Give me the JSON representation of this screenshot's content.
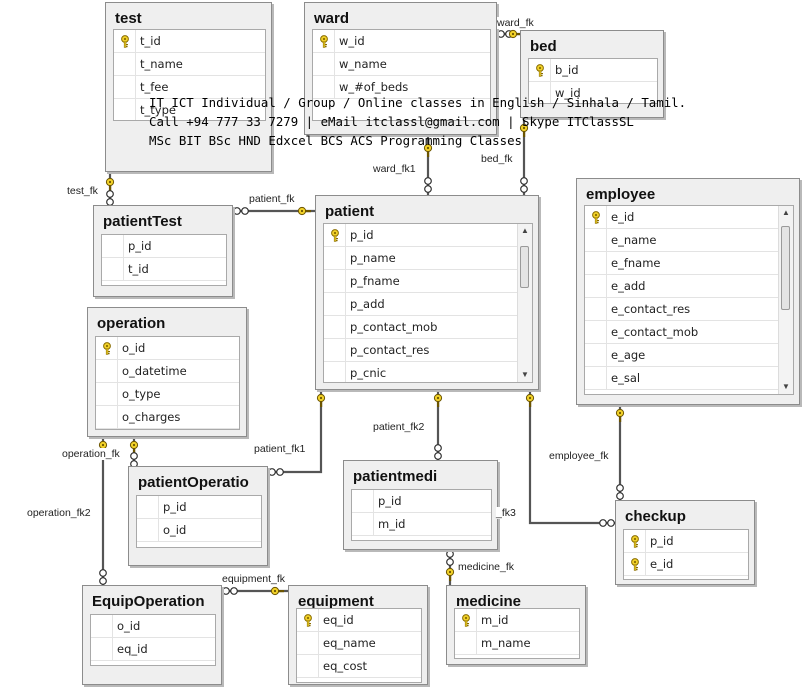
{
  "tables": [
    {
      "id": "test",
      "title": "test",
      "columns": [
        {
          "name": "t_id",
          "pk": true
        },
        {
          "name": "t_name",
          "pk": false
        },
        {
          "name": "t_fee",
          "pk": false
        },
        {
          "name": "t_type",
          "pk": false
        }
      ]
    },
    {
      "id": "ward",
      "title": "ward",
      "columns": [
        {
          "name": "w_id",
          "pk": true
        },
        {
          "name": "w_name",
          "pk": false
        },
        {
          "name": "w_#of_beds",
          "pk": false
        }
      ]
    },
    {
      "id": "bed",
      "title": "bed",
      "columns": [
        {
          "name": "b_id",
          "pk": true
        },
        {
          "name": "w_id",
          "pk": false
        }
      ]
    },
    {
      "id": "patientTest",
      "title": "patientTest",
      "columns": [
        {
          "name": "p_id",
          "pk": false
        },
        {
          "name": "t_id",
          "pk": false
        }
      ]
    },
    {
      "id": "patient",
      "title": "patient",
      "columns": [
        {
          "name": "p_id",
          "pk": true
        },
        {
          "name": "p_name",
          "pk": false
        },
        {
          "name": "p_fname",
          "pk": false
        },
        {
          "name": "p_add",
          "pk": false
        },
        {
          "name": "p_contact_mob",
          "pk": false
        },
        {
          "name": "p_contact_res",
          "pk": false
        },
        {
          "name": "p_cnic",
          "pk": false
        }
      ]
    },
    {
      "id": "employee",
      "title": "employee",
      "columns": [
        {
          "name": "e_id",
          "pk": true
        },
        {
          "name": "e_name",
          "pk": false
        },
        {
          "name": "e_fname",
          "pk": false
        },
        {
          "name": "e_add",
          "pk": false
        },
        {
          "name": "e_contact_res",
          "pk": false
        },
        {
          "name": "e_contact_mob",
          "pk": false
        },
        {
          "name": "e_age",
          "pk": false
        },
        {
          "name": "e_sal",
          "pk": false
        }
      ]
    },
    {
      "id": "operation",
      "title": "operation",
      "columns": [
        {
          "name": "o_id",
          "pk": true
        },
        {
          "name": "o_datetime",
          "pk": false
        },
        {
          "name": "o_type",
          "pk": false
        },
        {
          "name": "o_charges",
          "pk": false
        }
      ]
    },
    {
      "id": "patientOperation",
      "title": "patientOperatio",
      "columns": [
        {
          "name": "p_id",
          "pk": false
        },
        {
          "name": "o_id",
          "pk": false
        }
      ]
    },
    {
      "id": "patientmedi",
      "title": "patientmedi",
      "columns": [
        {
          "name": "p_id",
          "pk": false
        },
        {
          "name": "m_id",
          "pk": false
        }
      ]
    },
    {
      "id": "checkup",
      "title": "checkup",
      "columns": [
        {
          "name": "p_id",
          "pk": true
        },
        {
          "name": "e_id",
          "pk": true
        }
      ]
    },
    {
      "id": "EquipOperation",
      "title": "EquipOperation",
      "columns": [
        {
          "name": "o_id",
          "pk": false
        },
        {
          "name": "eq_id",
          "pk": false
        }
      ]
    },
    {
      "id": "equipment",
      "title": "equipment",
      "columns": [
        {
          "name": "eq_id",
          "pk": true
        },
        {
          "name": "eq_name",
          "pk": false
        },
        {
          "name": "eq_cost",
          "pk": false
        }
      ]
    },
    {
      "id": "medicine",
      "title": "medicine",
      "columns": [
        {
          "name": "m_id",
          "pk": true
        },
        {
          "name": "m_name",
          "pk": false
        }
      ]
    }
  ],
  "relationships": [
    {
      "id": "ward_fk",
      "label": "ward_fk"
    },
    {
      "id": "ward_fk1",
      "label": "ward_fk1"
    },
    {
      "id": "bed_fk",
      "label": "bed_fk"
    },
    {
      "id": "test_fk",
      "label": "test_fk"
    },
    {
      "id": "patient_fk",
      "label": "patient_fk"
    },
    {
      "id": "patient_fk1",
      "label": "patient_fk1"
    },
    {
      "id": "patient_fk2",
      "label": "patient_fk2"
    },
    {
      "id": "patient_fk3",
      "label": "_fk3"
    },
    {
      "id": "employee_fk",
      "label": "employee_fk"
    },
    {
      "id": "operation_fk",
      "label": "operation_fk"
    },
    {
      "id": "operation_fk2",
      "label": "operation_fk2"
    },
    {
      "id": "equipment_fk",
      "label": "equipment_fk"
    },
    {
      "id": "medicine_fk",
      "label": "medicine_fk"
    }
  ],
  "watermark": [
    "IT ICT Individual / Group / Online classes in English / Sinhala / Tamil.",
    "Call +94 777 33 7279 | eMail itclassl@gmail.com | Skype ITClassSL",
    "MSc BIT BSc HND Edxcel BCS ACS Programming Classes"
  ],
  "colors": {
    "line": "#555555",
    "key": "#d4b106",
    "panel": "#efefef",
    "border": "#8c8c8c"
  }
}
